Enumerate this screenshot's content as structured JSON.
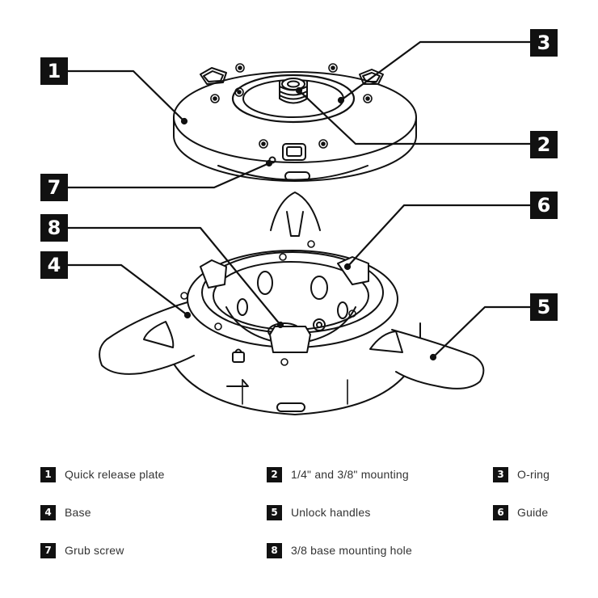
{
  "callouts": [
    "1",
    "2",
    "3",
    "4",
    "5",
    "6",
    "7",
    "8"
  ],
  "legend": [
    {
      "number": "1",
      "label": "Quick release plate"
    },
    {
      "number": "2",
      "label": "1/4\" and 3/8\" mounting"
    },
    {
      "number": "3",
      "label": "O-ring"
    },
    {
      "number": "4",
      "label": "Base"
    },
    {
      "number": "5",
      "label": "Unlock handles"
    },
    {
      "number": "6",
      "label": "Guide"
    },
    {
      "number": "7",
      "label": "Grub screw"
    },
    {
      "number": "8",
      "label": "3/8 base mounting hole"
    }
  ],
  "colors": {
    "ink": "#111111",
    "background": "#ffffff"
  }
}
